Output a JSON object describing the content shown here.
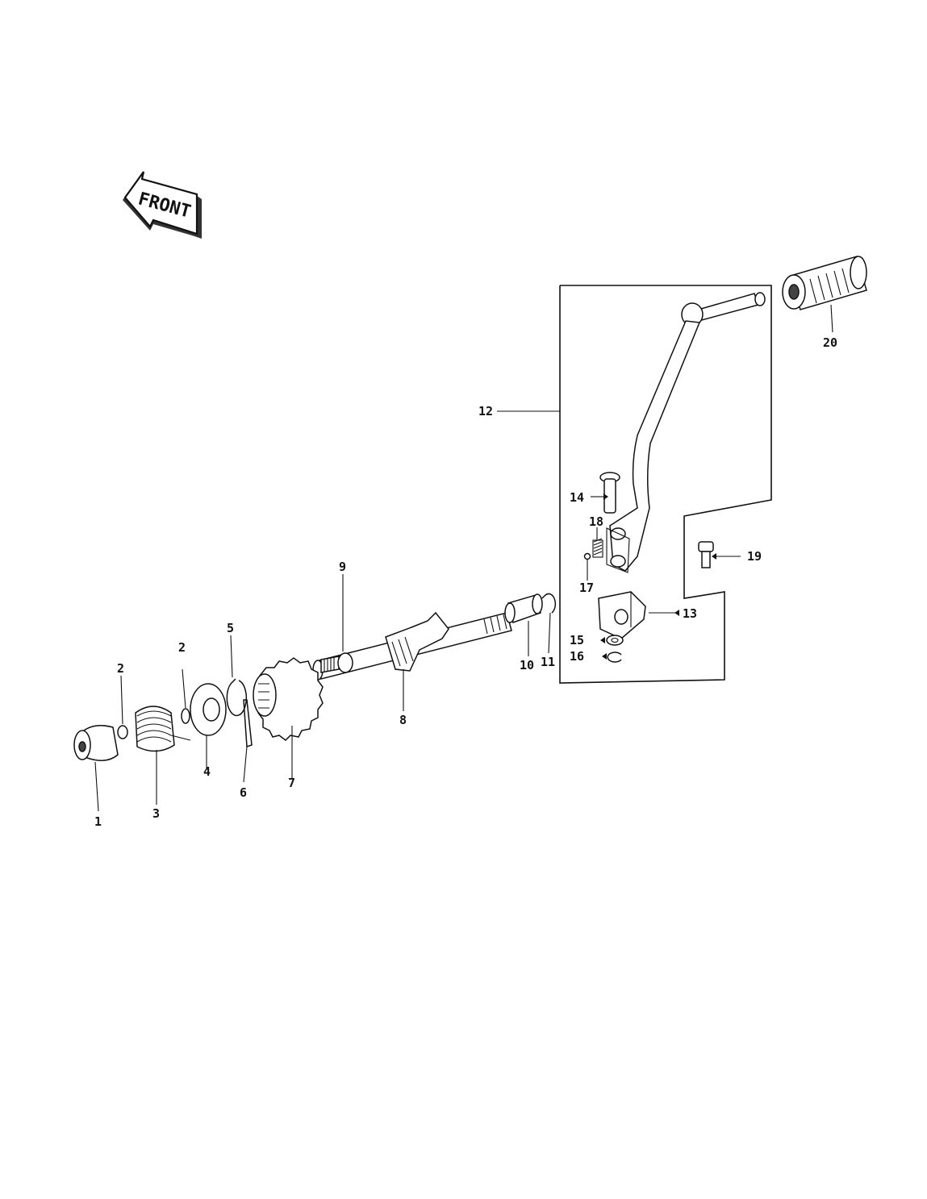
{
  "front_arrow": {
    "text": "FRONT"
  },
  "parts": [
    {
      "id": "1",
      "label": "1"
    },
    {
      "id": "2a",
      "label": "2"
    },
    {
      "id": "2b",
      "label": "2"
    },
    {
      "id": "3",
      "label": "3"
    },
    {
      "id": "4",
      "label": "4"
    },
    {
      "id": "5",
      "label": "5"
    },
    {
      "id": "6",
      "label": "6"
    },
    {
      "id": "7",
      "label": "7"
    },
    {
      "id": "8",
      "label": "8"
    },
    {
      "id": "9",
      "label": "9"
    },
    {
      "id": "10",
      "label": "10"
    },
    {
      "id": "11",
      "label": "11"
    },
    {
      "id": "12",
      "label": "12"
    },
    {
      "id": "13",
      "label": "13"
    },
    {
      "id": "14",
      "label": "14"
    },
    {
      "id": "15",
      "label": "15"
    },
    {
      "id": "16",
      "label": "16"
    },
    {
      "id": "17",
      "label": "17"
    },
    {
      "id": "18",
      "label": "18"
    },
    {
      "id": "19",
      "label": "19"
    },
    {
      "id": "20",
      "label": "20"
    }
  ],
  "colors": {
    "ink": "#111111",
    "paper": "#ffffff",
    "shade": "#444444"
  }
}
